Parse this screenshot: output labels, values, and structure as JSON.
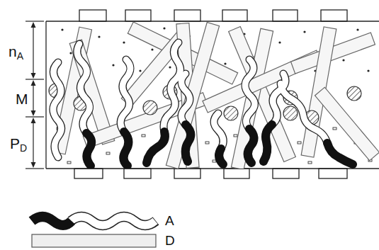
{
  "diagram": {
    "labels": [
      "nA",
      "M",
      "PD"
    ],
    "legend": [
      {
        "text": "A"
      },
      {
        "text": "D"
      }
    ]
  }
}
